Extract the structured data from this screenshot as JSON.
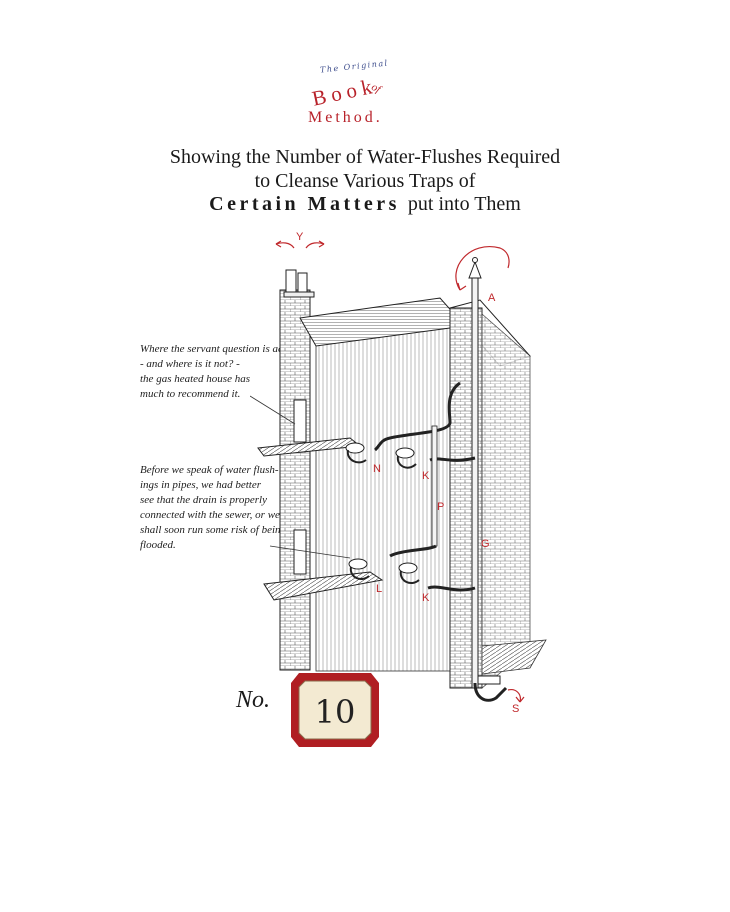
{
  "logo": {
    "tagline": "The Original",
    "word_book": "Book",
    "word_of": "of",
    "word_method": "Method."
  },
  "title": {
    "line_1": "Showing the Number of Water-Flushes Required",
    "line_2": "to Cleanse Various Traps of",
    "line_3_strong": "Certain Matters",
    "line_3_rest": "put into Them"
  },
  "notes": {
    "note_1": [
      "Where the servant question is acute",
      "- and where is it not? -",
      "the gas heated house has",
      "much to recommend it."
    ],
    "note_2": [
      "Before we speak of water flush-",
      "ings in pipes, we had better",
      "see that the drain is properly",
      "connected with the sewer, or we",
      "shall soon run some risk of being",
      "flooded."
    ]
  },
  "labels": {
    "y": "Y",
    "a": "A",
    "n": "N",
    "k_upper": "K",
    "p": "P",
    "g": "G",
    "l": "L",
    "k_lower": "K",
    "s": "S"
  },
  "plate": {
    "prefix": "No.",
    "number": "10"
  },
  "colors": {
    "label_red": "#c0282c",
    "logo_blue": "#3a4a8a",
    "plate_red": "#b01e22"
  }
}
